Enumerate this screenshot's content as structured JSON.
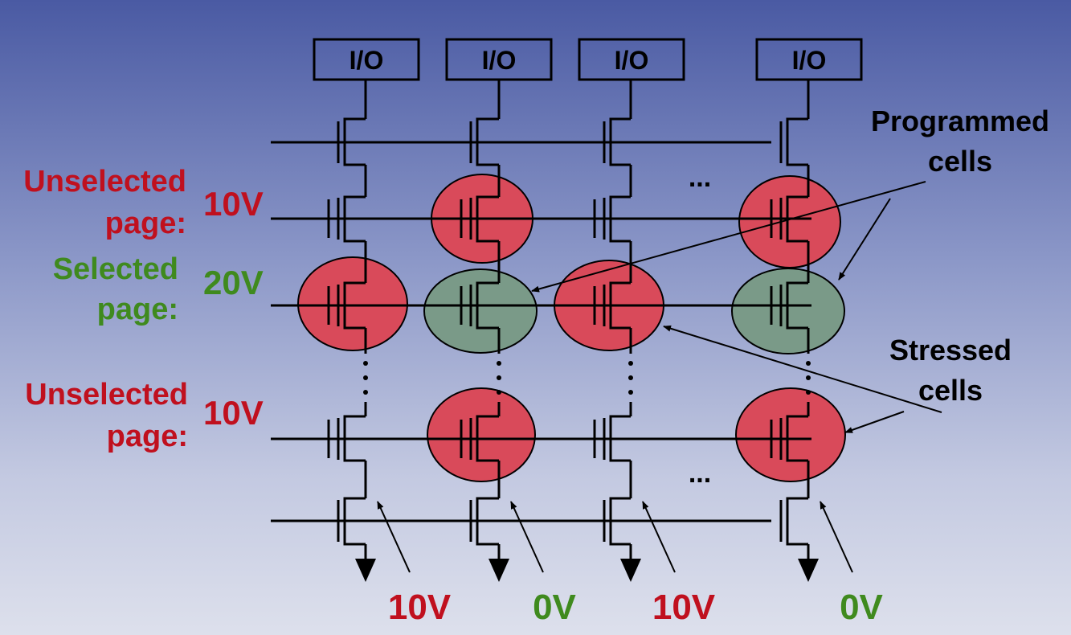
{
  "io_label": "I/O",
  "ellipsis": "...",
  "colors": {
    "red_text": "#c0101e",
    "green_text": "#3f8a1e",
    "red_cell": "#d94a5a",
    "green_cell": "#7a9a88"
  },
  "rows": {
    "unselected_top": {
      "label_line1": "Unselected",
      "label_line2": "page:",
      "voltage": "10V"
    },
    "selected": {
      "label_line1": "Selected",
      "label_line2": "page:",
      "voltage": "20V"
    },
    "unselected_bottom": {
      "label_line1": "Unselected",
      "label_line2": "page:",
      "voltage": "10V"
    }
  },
  "callouts": {
    "programmed": {
      "line1": "Programmed",
      "line2": "cells"
    },
    "stressed": {
      "line1": "Stressed",
      "line2": "cells"
    }
  },
  "bitline_voltages": [
    "10V",
    "0V",
    "10V",
    "0V"
  ]
}
